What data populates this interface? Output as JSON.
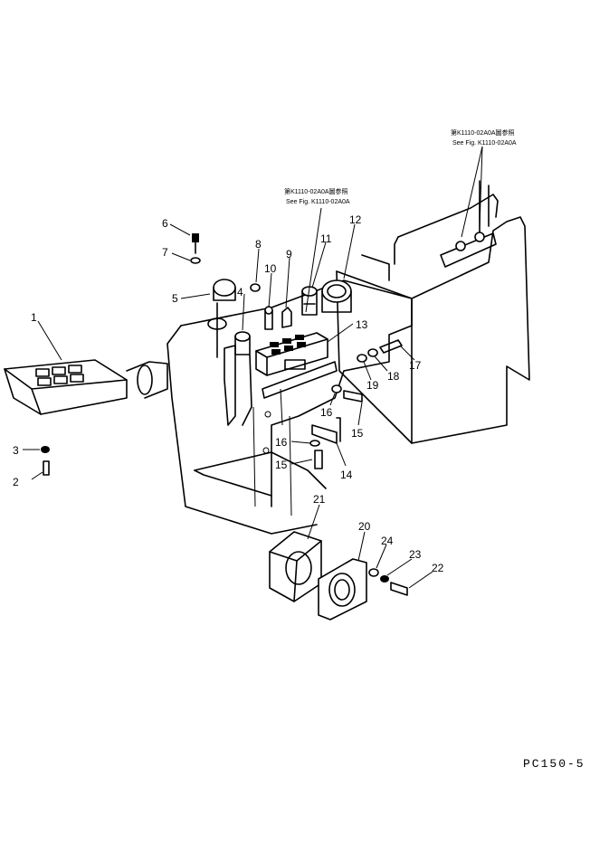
{
  "diagram": {
    "model_code": "PC150-5",
    "reference_top_right": {
      "line1": "第K1110-02A0A圖参照",
      "line2": "See Fig. K1110-02A0A"
    },
    "reference_center": {
      "line1": "第K1110-02A0A圖参照",
      "line2": "See Fig. K1110-02A0A"
    },
    "callouts": [
      "1",
      "2",
      "3",
      "4",
      "5",
      "6",
      "7",
      "8",
      "9",
      "10",
      "11",
      "12",
      "13",
      "14",
      "15",
      "15",
      "16",
      "16",
      "17",
      "18",
      "19",
      "20",
      "21",
      "22",
      "23",
      "24"
    ]
  }
}
